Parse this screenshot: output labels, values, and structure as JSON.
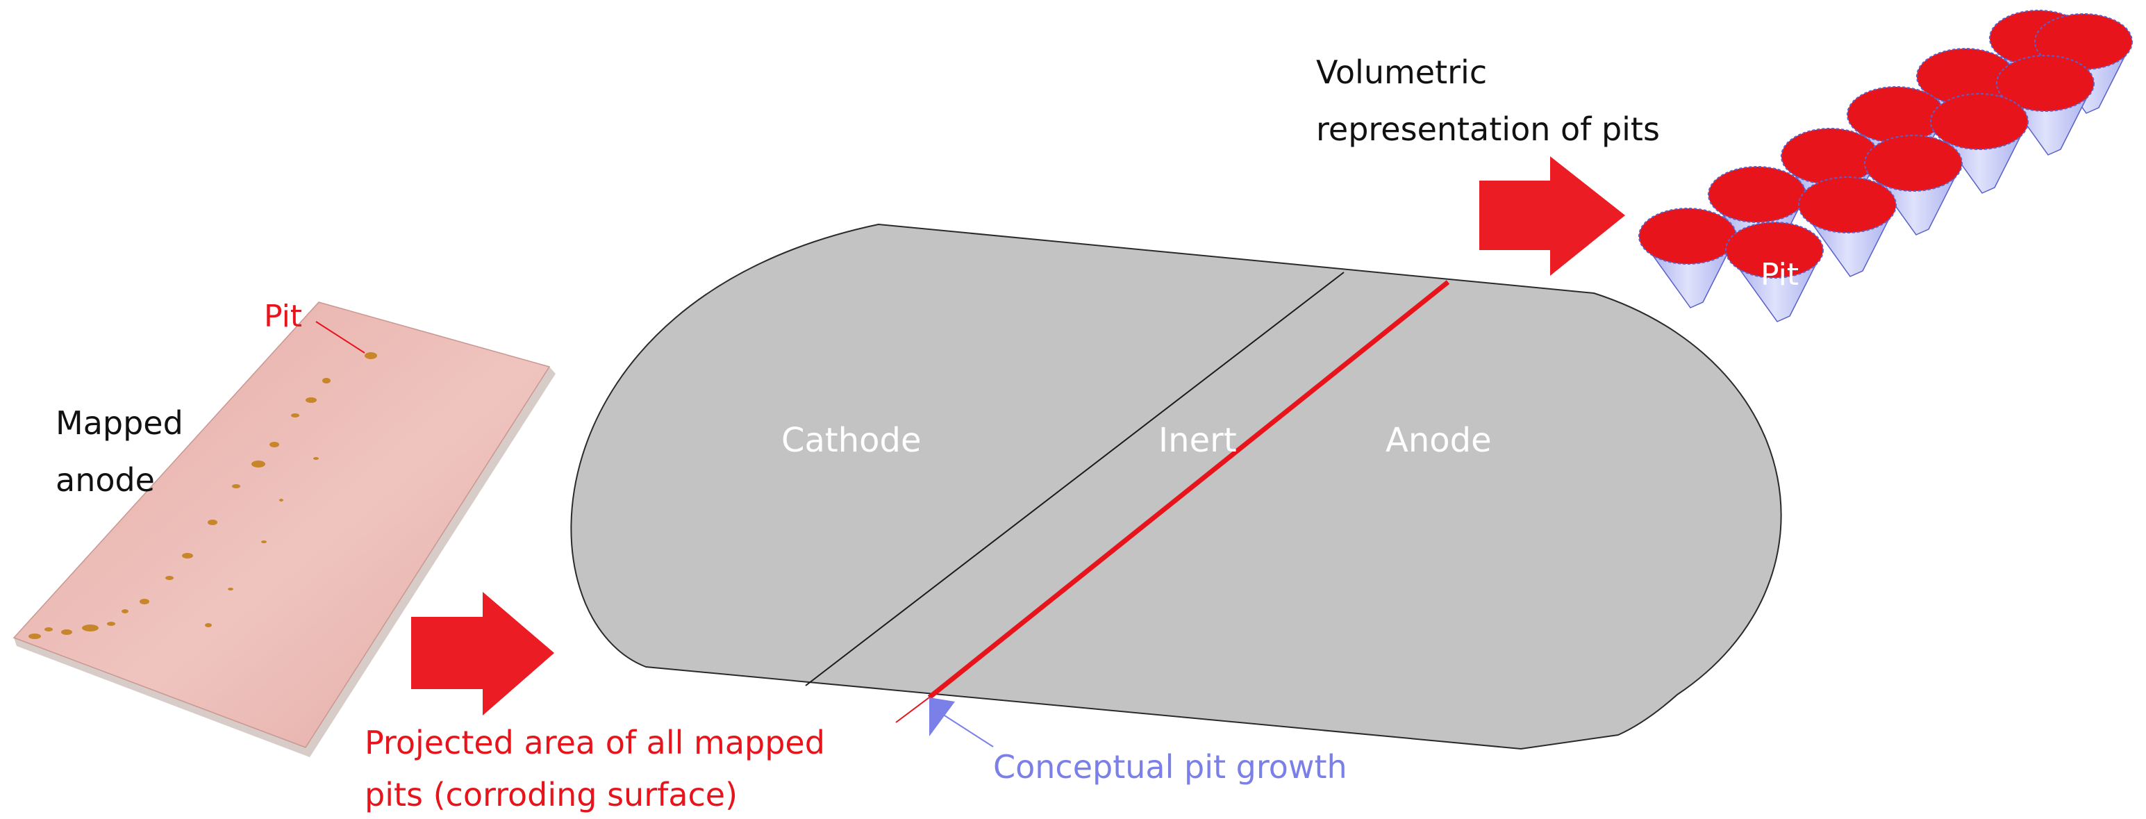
{
  "labels": {
    "pit_top": "Pit",
    "mapped_anode_line1": "Mapped",
    "mapped_anode_line2": "anode",
    "cathode": "Cathode",
    "inert": "Inert",
    "anode": "Anode",
    "volumetric_line1": "Volumetric",
    "volumetric_line2": "representation of pits",
    "pit_cone": "Pit",
    "projected_line1": "Projected area of all mapped",
    "projected_line2": "pits (corroding surface)",
    "conceptual_growth": "Conceptual pit growth"
  },
  "colors": {
    "red": "#e8141c",
    "red_arrow": "#ec1c24",
    "disk_gray": "#c3c3c3",
    "blue": "#7b7fe8",
    "text_black": "#111111",
    "text_white": "#ffffff",
    "plate_pink": "#e9b5b0",
    "plate_edge": "#d4c9c4",
    "cone_blue": "#c9cef6"
  },
  "icons": [
    "right-arrow-icon",
    "pit-cone-icon"
  ]
}
